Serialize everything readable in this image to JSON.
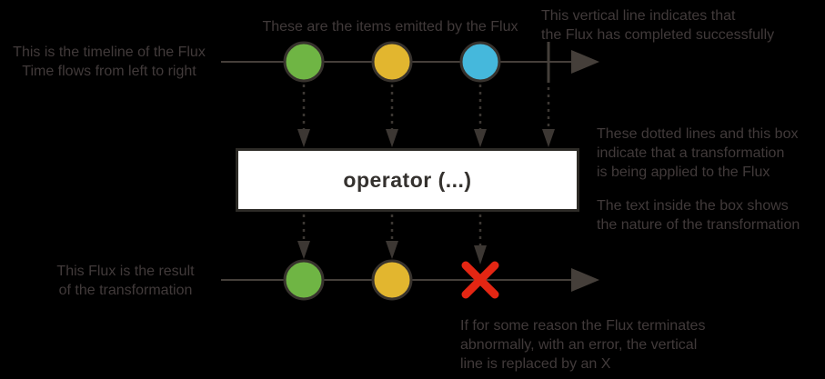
{
  "colors": {
    "background": "#000000",
    "annotation_text": "#413a3a",
    "line": "#453f3a",
    "dotted": "#3c3733",
    "item_border": "#37322d",
    "item_green": "#6fb544",
    "item_yellow": "#e2b62f",
    "item_blue": "#45b8dc",
    "error_red": "#e42613",
    "box_fill": "#ffffff",
    "box_border": "#2d2b27",
    "box_text": "#34312e"
  },
  "annotations": {
    "timeline": "This is the timeline of the Flux\nTime flows from left to right",
    "items": "These are the items emitted by the Flux",
    "completion": "This vertical line indicates that\nthe Flux has completed successfully",
    "transformation": "These dotted lines and this box\nindicate that a transformation\nis being applied to the Flux",
    "box_text": "The text inside the box shows\nthe nature of the transformation",
    "result": "This Flux is the result\nof the transformation",
    "error": "If for some reason the Flux terminates\nabnormally, with an error, the vertical\nline is replaced by an X"
  },
  "operator_box": {
    "label": "operator (...)"
  },
  "timelines": {
    "source": {
      "items": [
        "green",
        "yellow",
        "blue"
      ],
      "terminal": "complete"
    },
    "result": {
      "items": [
        "green",
        "yellow"
      ],
      "terminal": "error"
    }
  }
}
